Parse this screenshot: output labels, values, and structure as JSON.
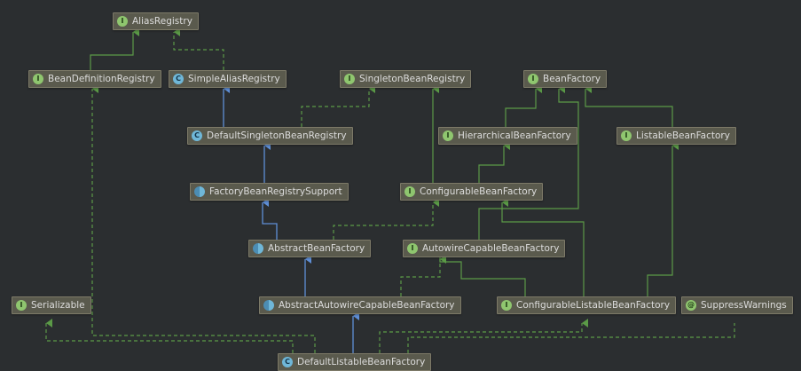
{
  "nodes": {
    "alias_registry": {
      "label": "AliasRegistry",
      "icon": "interface-icon",
      "glyph": "I"
    },
    "bean_definition_registry": {
      "label": "BeanDefinitionRegistry",
      "icon": "interface-icon",
      "glyph": "I"
    },
    "simple_alias_registry": {
      "label": "SimpleAliasRegistry",
      "icon": "class-icon",
      "glyph": "C"
    },
    "singleton_bean_registry": {
      "label": "SingletonBeanRegistry",
      "icon": "interface-icon",
      "glyph": "I"
    },
    "bean_factory": {
      "label": "BeanFactory",
      "icon": "interface-icon",
      "glyph": "I"
    },
    "default_singleton_bean_registry": {
      "label": "DefaultSingletonBeanRegistry",
      "icon": "class-icon",
      "glyph": "C"
    },
    "hierarchical_bean_factory": {
      "label": "HierarchicalBeanFactory",
      "icon": "interface-icon",
      "glyph": "I"
    },
    "listable_bean_factory": {
      "label": "ListableBeanFactory",
      "icon": "interface-icon",
      "glyph": "I"
    },
    "factory_bean_registry_support": {
      "label": "FactoryBeanRegistrySupport",
      "icon": "abstract-class-icon",
      "glyph": ""
    },
    "configurable_bean_factory": {
      "label": "ConfigurableBeanFactory",
      "icon": "interface-icon",
      "glyph": "I"
    },
    "abstract_bean_factory": {
      "label": "AbstractBeanFactory",
      "icon": "abstract-class-icon",
      "glyph": ""
    },
    "autowire_capable_bean_factory": {
      "label": "AutowireCapableBeanFactory",
      "icon": "interface-icon",
      "glyph": "I"
    },
    "serializable": {
      "label": "Serializable",
      "icon": "interface-icon",
      "glyph": "I"
    },
    "abstract_autowire_capable_bean_factory": {
      "label": "AbstractAutowireCapableBeanFactory",
      "icon": "abstract-class-icon",
      "glyph": ""
    },
    "configurable_listable_bean_factory": {
      "label": "ConfigurableListableBeanFactory",
      "icon": "interface-icon",
      "glyph": "I"
    },
    "suppress_warnings": {
      "label": "SuppressWarnings",
      "icon": "annotation-icon",
      "glyph": "@"
    },
    "default_listable_bean_factory": {
      "label": "DefaultListableBeanFactory",
      "icon": "class-icon",
      "glyph": "C"
    }
  },
  "colors": {
    "background": "#2b2e30",
    "node_fill": "#5a5a4d",
    "extends_arrow": "#5f8fd6",
    "implements_arrow": "#5b9a47"
  }
}
